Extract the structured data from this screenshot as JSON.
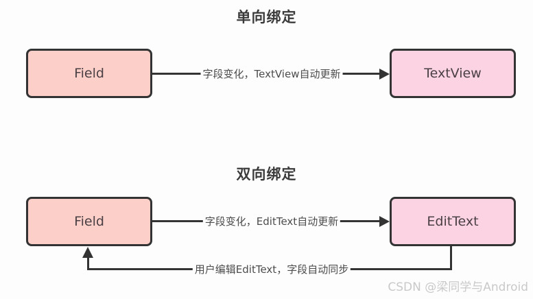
{
  "colors": {
    "background": "#fdfdfd",
    "field_fill": "#fccfc9",
    "view_fill": "#fbd3e3",
    "box_border": "#333333",
    "line": "#333333",
    "box_text": "#4a3f43",
    "title_text": "#3b3b3b",
    "label_text": "#4c4c4c",
    "watermark_text": "#c9c9c9"
  },
  "diagram": {
    "one_way": {
      "title": "单向绑定",
      "source_box": "Field",
      "target_box": "TextView",
      "forward_label": "字段变化，TextView自动更新"
    },
    "two_way": {
      "title": "双向绑定",
      "source_box": "Field",
      "target_box": "EditText",
      "forward_label": "字段变化，EditText自动更新",
      "backward_label": "用户编辑EditText，字段自动同步"
    }
  },
  "watermark": "CSDN @梁同学与Android"
}
